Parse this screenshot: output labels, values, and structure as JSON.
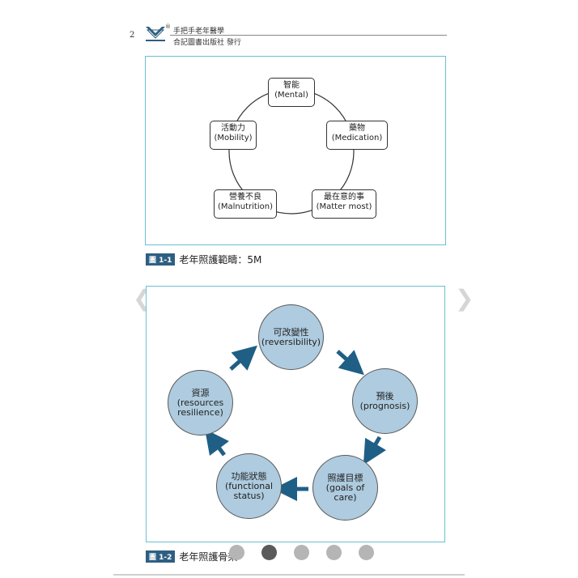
{
  "header": {
    "page_number": "2",
    "publisher_line1": "手把手老年醫學",
    "publisher_line2": "合記圖書出版社 發行",
    "reg_mark": "®"
  },
  "figure1": {
    "nodes": {
      "mental": {
        "zh": "智能",
        "en": "(Mental)"
      },
      "medication": {
        "zh": "藥物",
        "en": "(Medication)"
      },
      "matter_most": {
        "zh": "最在意的事",
        "en": "(Matter most)"
      },
      "malnutrition": {
        "zh": "營養不良",
        "en": "(Malnutrition)"
      },
      "mobility": {
        "zh": "活動力",
        "en": "(Mobility)"
      }
    },
    "caption_tag": "圖 1-1",
    "caption_text": "老年照護範疇：5M"
  },
  "figure2": {
    "nodes": {
      "reversibility": {
        "zh": "可改變性",
        "en": "(reversibility)"
      },
      "prognosis": {
        "zh": "預後",
        "en": "(prognosis)"
      },
      "goals": {
        "zh": "照護目標",
        "en1": "(goals of",
        "en2": "care)"
      },
      "functional": {
        "zh": "功能狀態",
        "en1": "(functional",
        "en2": "status)"
      },
      "resources": {
        "zh": "資源",
        "en1": "(resources",
        "en2": "resilience)"
      }
    },
    "caption_tag": "圖 1-2",
    "caption_text": "老年照護骨架",
    "circle_color": "#aecbdf",
    "arrow_color": "#1f5f86"
  },
  "carousel": {
    "prev_icon": "chevron-left-icon",
    "next_icon": "chevron-right-icon",
    "slide_count": 5,
    "active_slide": 2
  }
}
